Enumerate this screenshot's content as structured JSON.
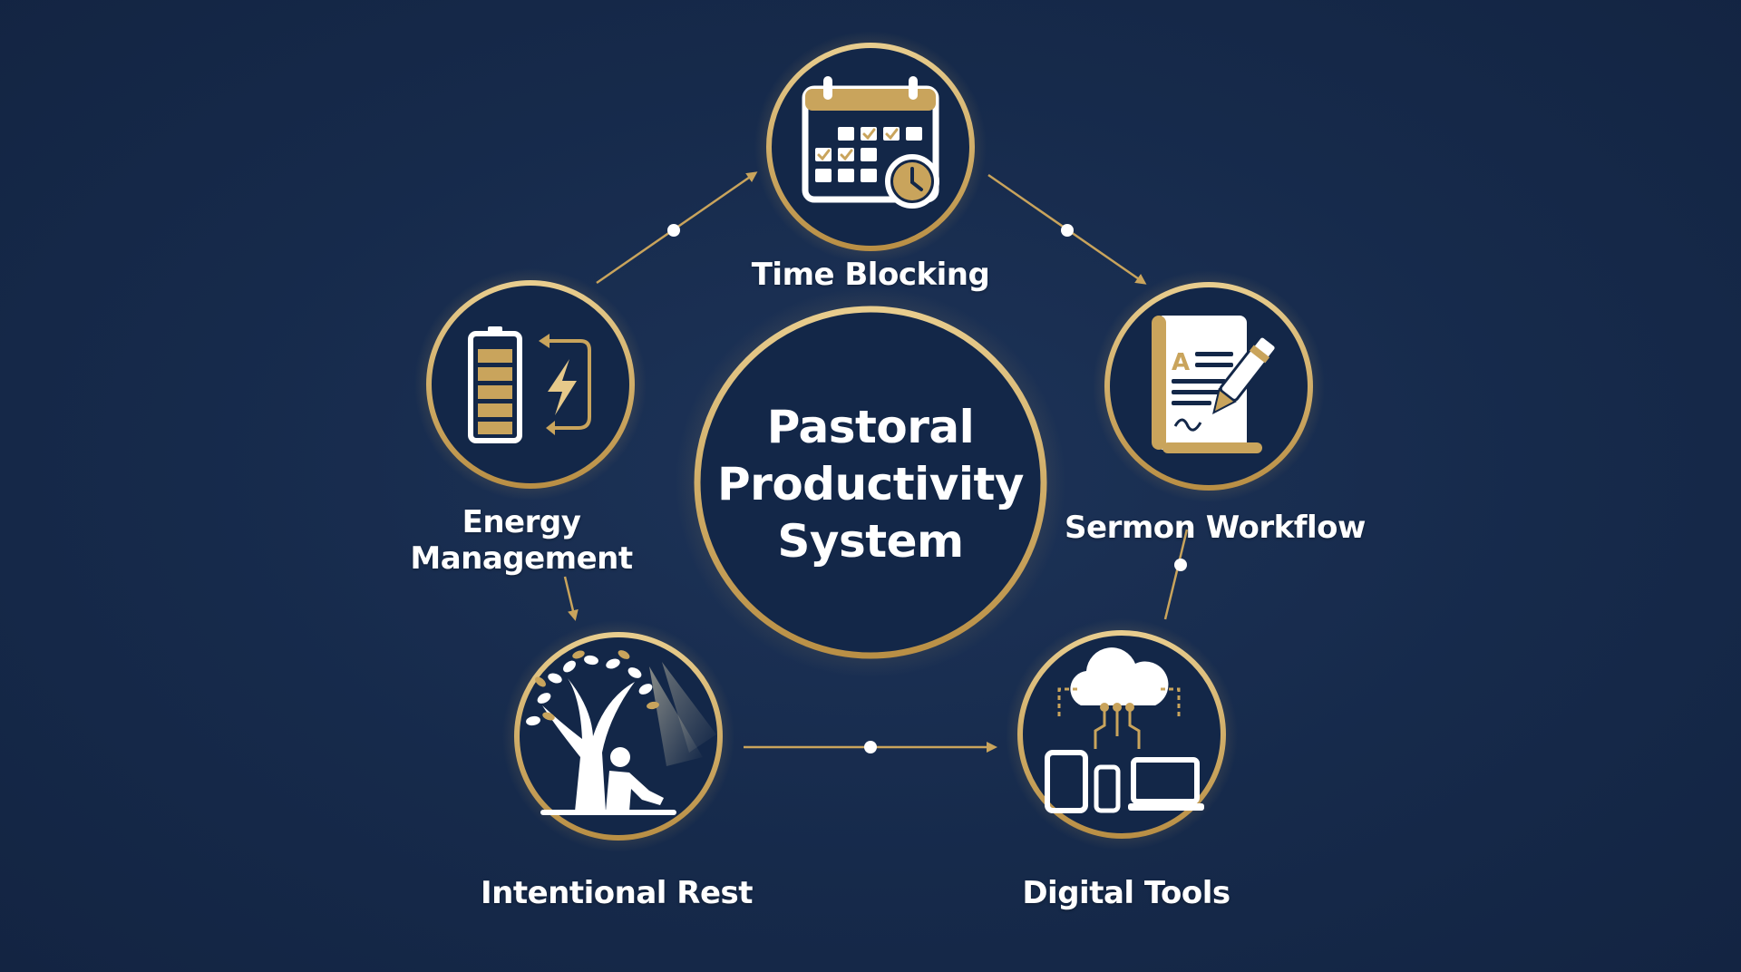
{
  "center": {
    "lines": [
      "Pastoral",
      "Productivity",
      "System"
    ]
  },
  "nodes": [
    {
      "id": "time-blocking",
      "icon": "calendar-clock-icon",
      "label_lines": [
        "Time Blocking"
      ]
    },
    {
      "id": "sermon-workflow",
      "icon": "document-pen-icon",
      "label_lines": [
        "Sermon Workflow"
      ]
    },
    {
      "id": "digital-tools",
      "icon": "cloud-devices-icon",
      "label_lines": [
        "Digital Tools"
      ]
    },
    {
      "id": "intentional-rest",
      "icon": "tree-rest-icon",
      "label_lines": [
        "Intentional Rest"
      ]
    },
    {
      "id": "energy-management",
      "icon": "battery-recharge-icon",
      "label_lines": [
        "Energy",
        "Management"
      ]
    }
  ],
  "colors": {
    "background": "#16294a",
    "gold": "#c9a45c",
    "gold_light": "#e6c98a",
    "circle_fill": "#132748",
    "text": "#ffffff"
  }
}
